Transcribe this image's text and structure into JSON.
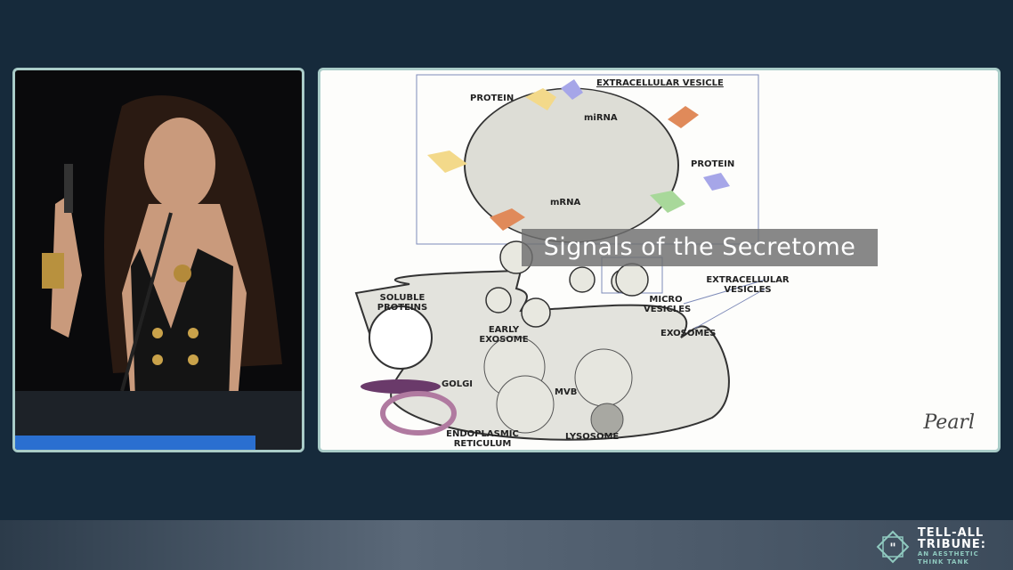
{
  "slide": {
    "caption": "Signals of the Secretome",
    "labels": {
      "extracellular_vesicle": "EXTRACELLULAR VESICLE",
      "protein_1": "PROTEIN",
      "mirna": "miRNA",
      "protein_2": "PROTEIN",
      "mrna": "mRNA",
      "soluble_proteins": "SOLUBLE PROTEINS",
      "micro_vesicles": "MICRO VESICLES",
      "extracellular_vesicles": "EXTRACELLULAR VESICLES",
      "early_exosome": "EARLY EXOSOME",
      "exosomes": "EXOSOMES",
      "golgi": "GOLGI",
      "mvb": "MVB",
      "endoplasmic_reticulum": "ENDOPLASMIC RETICULUM",
      "lysosome": "LYSOSOME"
    },
    "logo": "Pearl"
  },
  "brand": {
    "title_1": "TELL-ALL",
    "title_2": "TRIBUNE:",
    "subtitle_1": "AN AESTHETIC",
    "subtitle_2": "THINK TANK"
  },
  "colors": {
    "background": "#162a3b",
    "panel_border": "#a9ccc8",
    "brand_accent": "#8fc9bf"
  }
}
